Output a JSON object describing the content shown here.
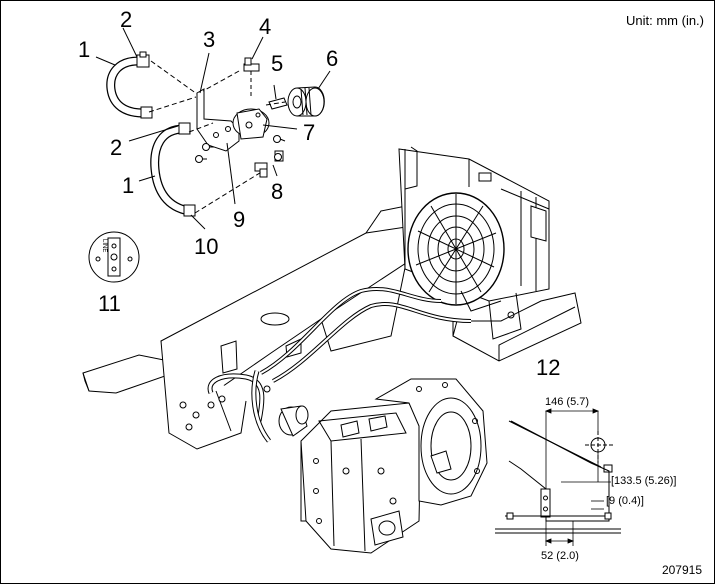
{
  "unit_label": "Unit:  mm (in.)",
  "figure_number": "207915",
  "callouts": {
    "c1a": "1",
    "c2a": "2",
    "c3": "3",
    "c4": "4",
    "c5": "5",
    "c6": "6",
    "c7": "7",
    "c2b": "2",
    "c1b": "1",
    "c8": "8",
    "c9": "9",
    "c10": "10",
    "c11": "11",
    "c12": "12"
  },
  "dimensions": {
    "d146": "146 (5.7)",
    "d133": "[133.5 (5.26)]",
    "d9": "[9 (0.4)]",
    "d52": "52 (2.0)"
  },
  "inset_label": "LINE",
  "colors": {
    "ink": "#000000",
    "paper": "#ffffff",
    "shade": "#d9d9d9"
  }
}
